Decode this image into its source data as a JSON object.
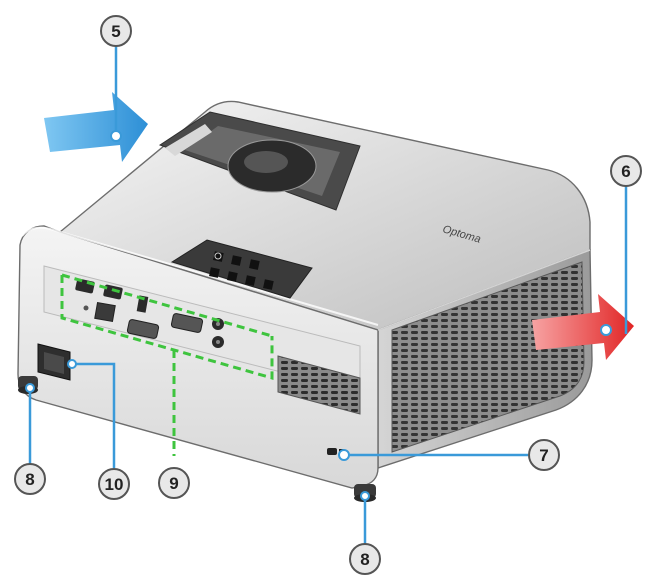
{
  "brand": {
    "logo_text": "Optoma"
  },
  "callouts": [
    {
      "id": "c5",
      "label": "5"
    },
    {
      "id": "c6",
      "label": "6"
    },
    {
      "id": "c7",
      "label": "7"
    },
    {
      "id": "c8a",
      "label": "8"
    },
    {
      "id": "c8b",
      "label": "8"
    },
    {
      "id": "c9",
      "label": "9"
    },
    {
      "id": "c10",
      "label": "10"
    }
  ],
  "colors": {
    "callout_line": "#3a9ad9",
    "intake_arrow": "#3a9ad9",
    "exhaust_arrow": "#e33a3a",
    "io_outline": "#3ec43e",
    "body_light": "#f2f2f2",
    "body_shadow": "#888888"
  },
  "icons": [
    "intake-airflow-arrow",
    "exhaust-airflow-arrow",
    "power-button-icon",
    "kensington-lock-icon"
  ]
}
